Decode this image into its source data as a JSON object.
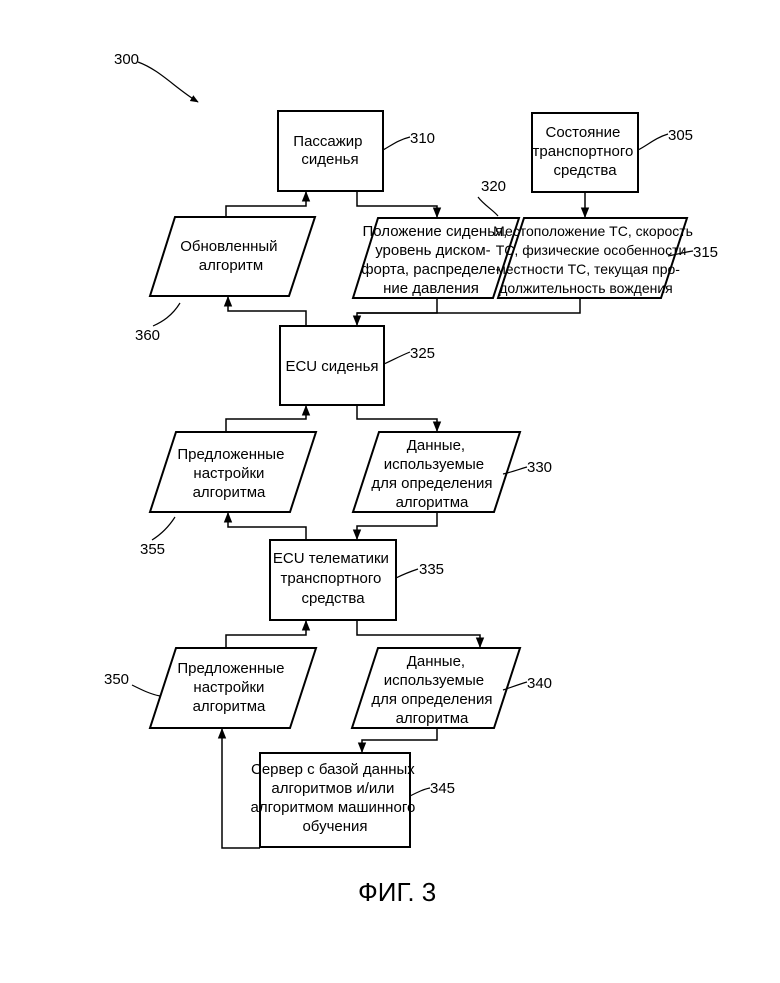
{
  "figure": {
    "number": "300",
    "caption": "ФИГ. 3"
  },
  "nodes": {
    "passenger": {
      "lines": [
        "Пассажир",
        "сиденья"
      ],
      "ref": "310"
    },
    "vehicle_state": {
      "lines": [
        "Состояние",
        "транспортного",
        "средства"
      ],
      "ref": "305"
    },
    "updated_algorithm": {
      "lines": [
        "Обновленный",
        "алгоритм"
      ],
      "ref": "360"
    },
    "seat_position": {
      "lines": [
        "Положение сиденья,",
        "уровень диском-",
        "форта, распределе-",
        "ние давления"
      ],
      "ref": "320"
    },
    "vehicle_location": {
      "lines": [
        "Местоположение ТС, скорость",
        "ТС, физические особенности",
        "местности ТС, текущая про-",
        "должительность вождения"
      ],
      "ref": "315"
    },
    "seat_ecu": {
      "lines": [
        "ECU сиденья"
      ],
      "ref": "325"
    },
    "proposed_settings_1": {
      "lines": [
        "Предложенные",
        "настройки",
        "алгоритма"
      ],
      "ref": "355"
    },
    "data_1": {
      "lines": [
        "Данные,",
        "используемые",
        "для определения",
        "алгоритма"
      ],
      "ref": "330"
    },
    "telematics_ecu": {
      "lines": [
        "ECU телематики",
        "транспортного",
        "средства"
      ],
      "ref": "335"
    },
    "proposed_settings_2": {
      "lines": [
        "Предложенные",
        "настройки",
        "алгоритма"
      ],
      "ref": "350"
    },
    "data_2": {
      "lines": [
        "Данные,",
        "используемые",
        "для определения",
        "алгоритма"
      ],
      "ref": "340"
    },
    "server": {
      "lines": [
        "Сервер с базой данных",
        "алгоритмов и/или",
        "алгоритмом машинного",
        "обучения"
      ],
      "ref": "345"
    }
  }
}
